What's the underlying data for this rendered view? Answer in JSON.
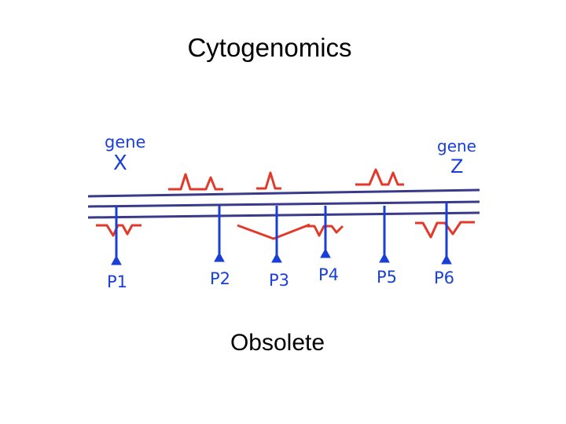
{
  "slide": {
    "title": "Cytogenomics",
    "caption": "Obsolete"
  },
  "diagram": {
    "gene_labels": [
      {
        "line1": "gene",
        "line2": "X"
      },
      {
        "line1": "gene",
        "line2": "Z"
      }
    ],
    "probes": [
      "P1",
      "P2",
      "P3",
      "P4",
      "P5",
      "P6"
    ],
    "colors": {
      "chromosome": "#3a3a8a",
      "probe": "#1a3fd6",
      "signal": "#e23a2a",
      "text": "#1a3fd6"
    }
  }
}
